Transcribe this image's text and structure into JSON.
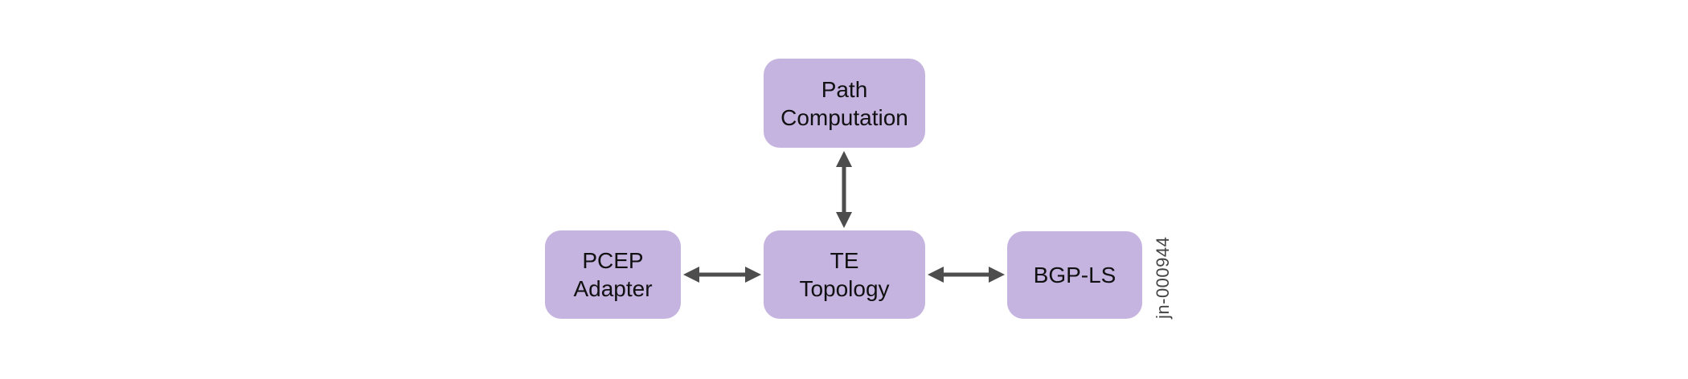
{
  "diagram": {
    "nodes": {
      "path_computation": {
        "line1": "Path",
        "line2": "Computation"
      },
      "pcep_adapter": {
        "line1": "PCEP",
        "line2": "Adapter"
      },
      "te_topology": {
        "line1": "TE",
        "line2": "Topology"
      },
      "bgp_ls": {
        "line1": "BGP-LS"
      }
    },
    "edges": [
      {
        "from": "Path Computation",
        "to": "TE Topology",
        "direction": "bidirectional"
      },
      {
        "from": "PCEP Adapter",
        "to": "TE Topology",
        "direction": "bidirectional"
      },
      {
        "from": "TE Topology",
        "to": "BGP-LS",
        "direction": "bidirectional"
      }
    ],
    "figure_id": "jn-000944"
  },
  "colors": {
    "node_fill": "#c5b3e0",
    "arrow": "#4d4d4d",
    "text": "#111111"
  }
}
